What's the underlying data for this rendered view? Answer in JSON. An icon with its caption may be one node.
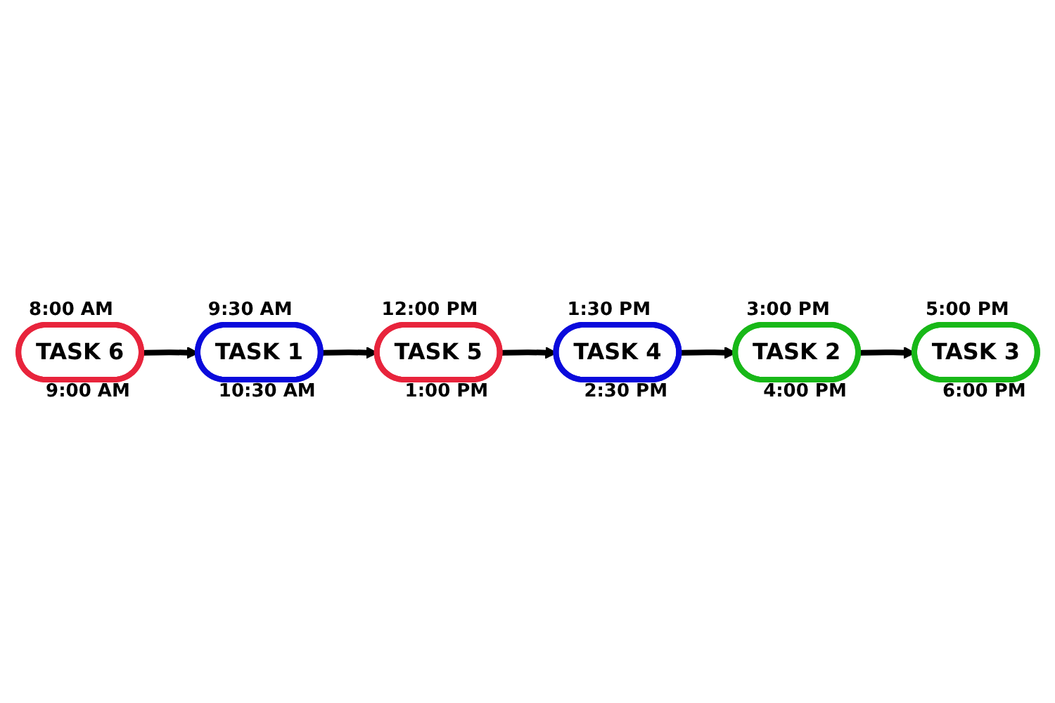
{
  "diagram": {
    "nodes": [
      {
        "text": [
          "TASK 6"
        ],
        "beside": [
          "8:00 AM",
          "9:00 AM"
        ]
      },
      {
        "text": [
          "TASK 2"
        ],
        "beside": [
          "3:00 PM",
          "4:00 PM"
        ]
      },
      {
        "text": [
          "TASK 1"
        ],
        "beside": [
          "9:30 AM",
          "10:30 AM"
        ]
      },
      {
        "text": [
          "TASK 4"
        ],
        "beside": [
          "1:30 PM",
          "2:30 PM"
        ]
      },
      {
        "text": [
          "TASK 5"
        ],
        "beside": [
          "12:00 PM",
          "1:00 PM"
        ]
      },
      {
        "text": [
          "TASK 3"
        ],
        "beside": [
          "5:00 PM",
          "6:00 PM"
        ]
      }
    ],
    "edges": [
      {
        "from": 0,
        "to": 2,
        "arrow": "to"
      },
      {
        "from": 2,
        "to": 4,
        "arrow": "to"
      },
      {
        "from": 4,
        "to": 3,
        "arrow": "to"
      },
      {
        "from": 3,
        "to": 1,
        "arrow": "to"
      },
      {
        "from": 1,
        "to": 5,
        "arrow": "to"
      }
    ]
  }
}
